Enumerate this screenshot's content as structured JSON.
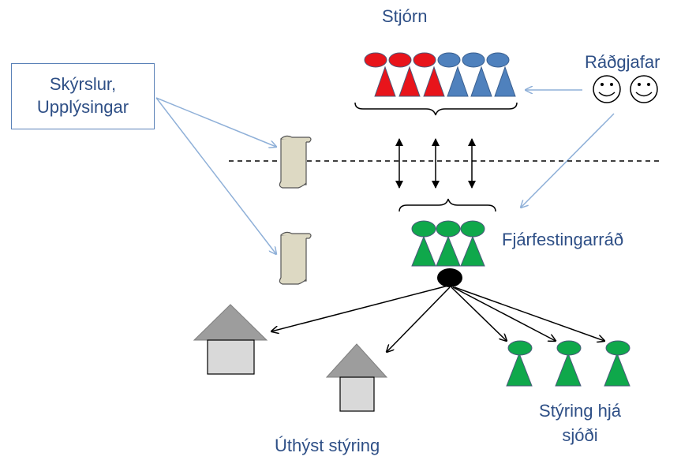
{
  "labels": {
    "board": "Stjórn",
    "advisors": "Ráðgjafar",
    "reports": "Skýrslur,\nUpplýsingar",
    "investment_council": "Fjárfestingarráð",
    "fund_management": "Stýring hjá sjóði",
    "outsourced_management": "Úthýst stýring"
  },
  "colors": {
    "red": "#e8141b",
    "blue": "#4f81bd",
    "green": "#0fa84b",
    "label_text": "#2e4f86",
    "arrow_blue": "#8fb0d8",
    "house_roof": "#9d9d9d",
    "house_body": "#d9d9d9",
    "scroll": "#ddd9c3"
  },
  "icons": [
    "board-member-icon",
    "advisor-smiley-icon",
    "report-scroll-icon",
    "house-icon",
    "fund-manager-icon"
  ]
}
